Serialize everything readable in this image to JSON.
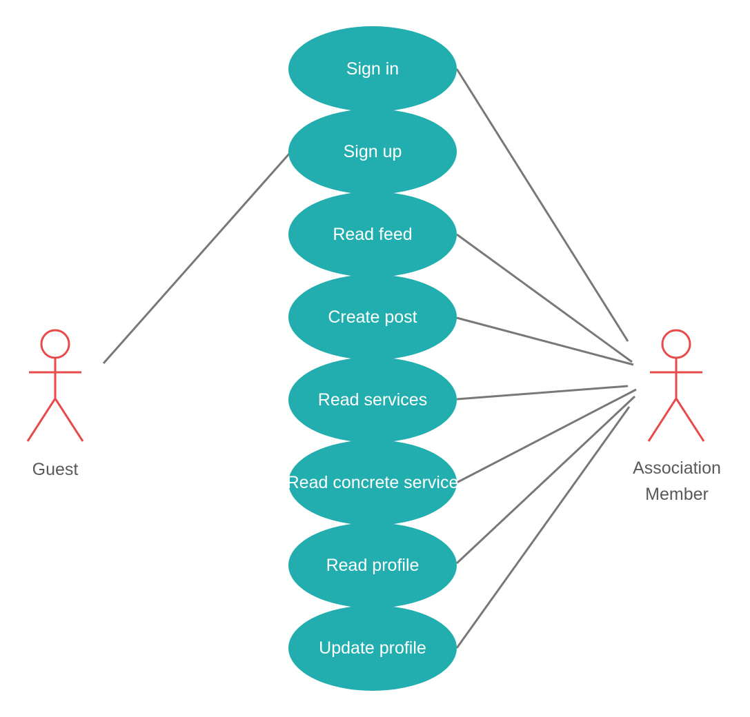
{
  "colors": {
    "use_case_fill": "#22aeae",
    "use_case_text": "#ffffff",
    "connector": "#787878",
    "actor_stroke": "#e84a4a",
    "actor_label": "#595959",
    "background": "#ffffff"
  },
  "actors": {
    "guest": {
      "label": "Guest"
    },
    "member": {
      "label_line1": "Association",
      "label_line2": "Member"
    }
  },
  "use_cases": [
    {
      "label": "Sign in"
    },
    {
      "label": "Sign up"
    },
    {
      "label": "Read feed"
    },
    {
      "label": "Create post"
    },
    {
      "label": "Read services"
    },
    {
      "label": "Read concrete service"
    },
    {
      "label": "Read profile"
    },
    {
      "label": "Update profile"
    }
  ],
  "associations": [
    {
      "actor": "Guest",
      "use_case": "Sign up"
    },
    {
      "actor": "Association Member",
      "use_case": "Sign in"
    },
    {
      "actor": "Association Member",
      "use_case": "Read feed"
    },
    {
      "actor": "Association Member",
      "use_case": "Create post"
    },
    {
      "actor": "Association Member",
      "use_case": "Read services"
    },
    {
      "actor": "Association Member",
      "use_case": "Read concrete service"
    },
    {
      "actor": "Association Member",
      "use_case": "Read profile"
    },
    {
      "actor": "Association Member",
      "use_case": "Update profile"
    }
  ]
}
